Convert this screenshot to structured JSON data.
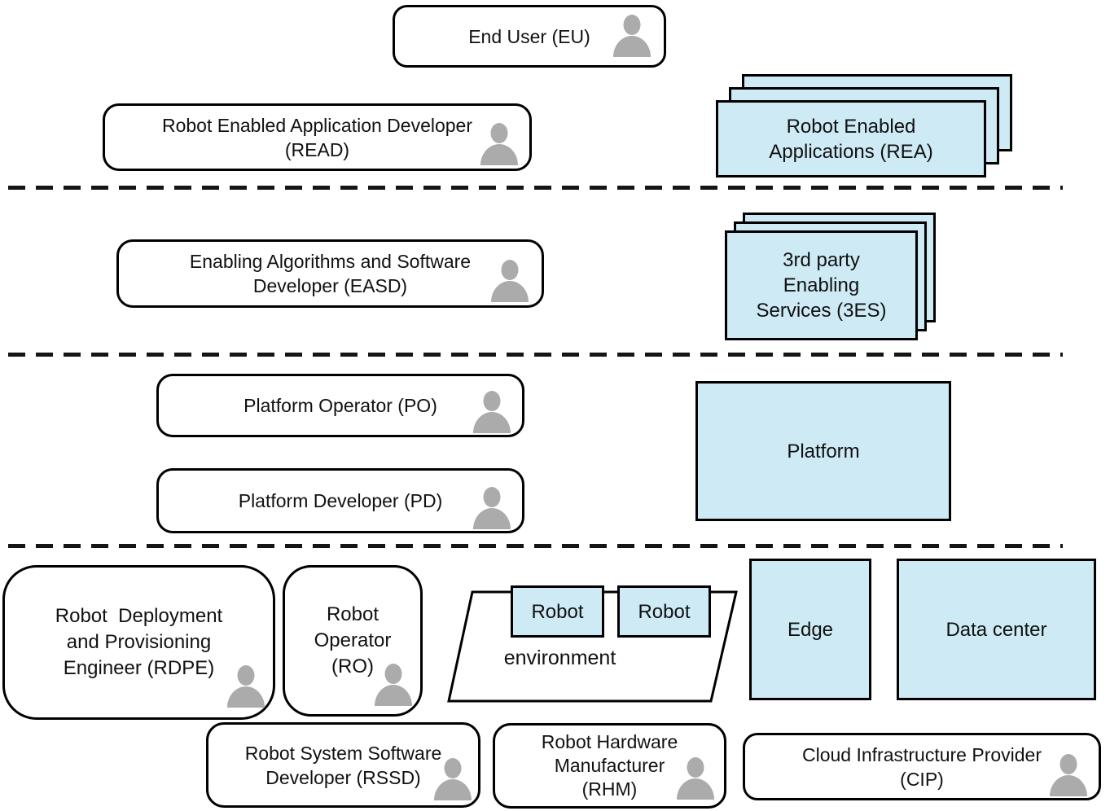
{
  "colors": {
    "artifact_fill": "#cdeaf5",
    "border": "#000000",
    "person_icon": "#ababab",
    "background": "#ffffff"
  },
  "actors": {
    "end_user": {
      "lines": [
        "End User (EU)"
      ]
    },
    "read": {
      "lines": [
        "Robot Enabled Application Developer",
        "(READ)"
      ]
    },
    "easd": {
      "lines": [
        "Enabling Algorithms and Software",
        "Developer (EASD)"
      ]
    },
    "platform_operator": {
      "lines": [
        "Platform Operator (PO)"
      ]
    },
    "platform_developer": {
      "lines": [
        "Platform Developer (PD)"
      ]
    },
    "rdpe": {
      "lines": [
        "Robot  Deployment",
        "and Provisioning",
        "Engineer (RDPE)"
      ]
    },
    "ro": {
      "lines": [
        "Robot",
        "Operator",
        "(RO)"
      ]
    },
    "rssd": {
      "lines": [
        "Robot System Software",
        "Developer (RSSD)"
      ]
    },
    "rhm": {
      "lines": [
        "Robot Hardware",
        "Manufacturer",
        "(RHM)"
      ]
    },
    "cip": {
      "lines": [
        "Cloud Infrastructure Provider",
        "(CIP)"
      ]
    }
  },
  "artifacts": {
    "rea": {
      "lines": [
        "Robot Enabled",
        "Applications (REA)"
      ]
    },
    "es3": {
      "lines": [
        "3rd party",
        "Enabling",
        "Services (3ES)"
      ]
    },
    "platform": {
      "lines": [
        "Platform"
      ]
    },
    "robot_1": {
      "lines": [
        "Robot"
      ]
    },
    "robot_2": {
      "lines": [
        "Robot"
      ]
    },
    "environment": {
      "lines": [
        "environment"
      ]
    },
    "edge": {
      "lines": [
        "Edge"
      ]
    },
    "data_center": {
      "lines": [
        "Data center"
      ]
    }
  }
}
